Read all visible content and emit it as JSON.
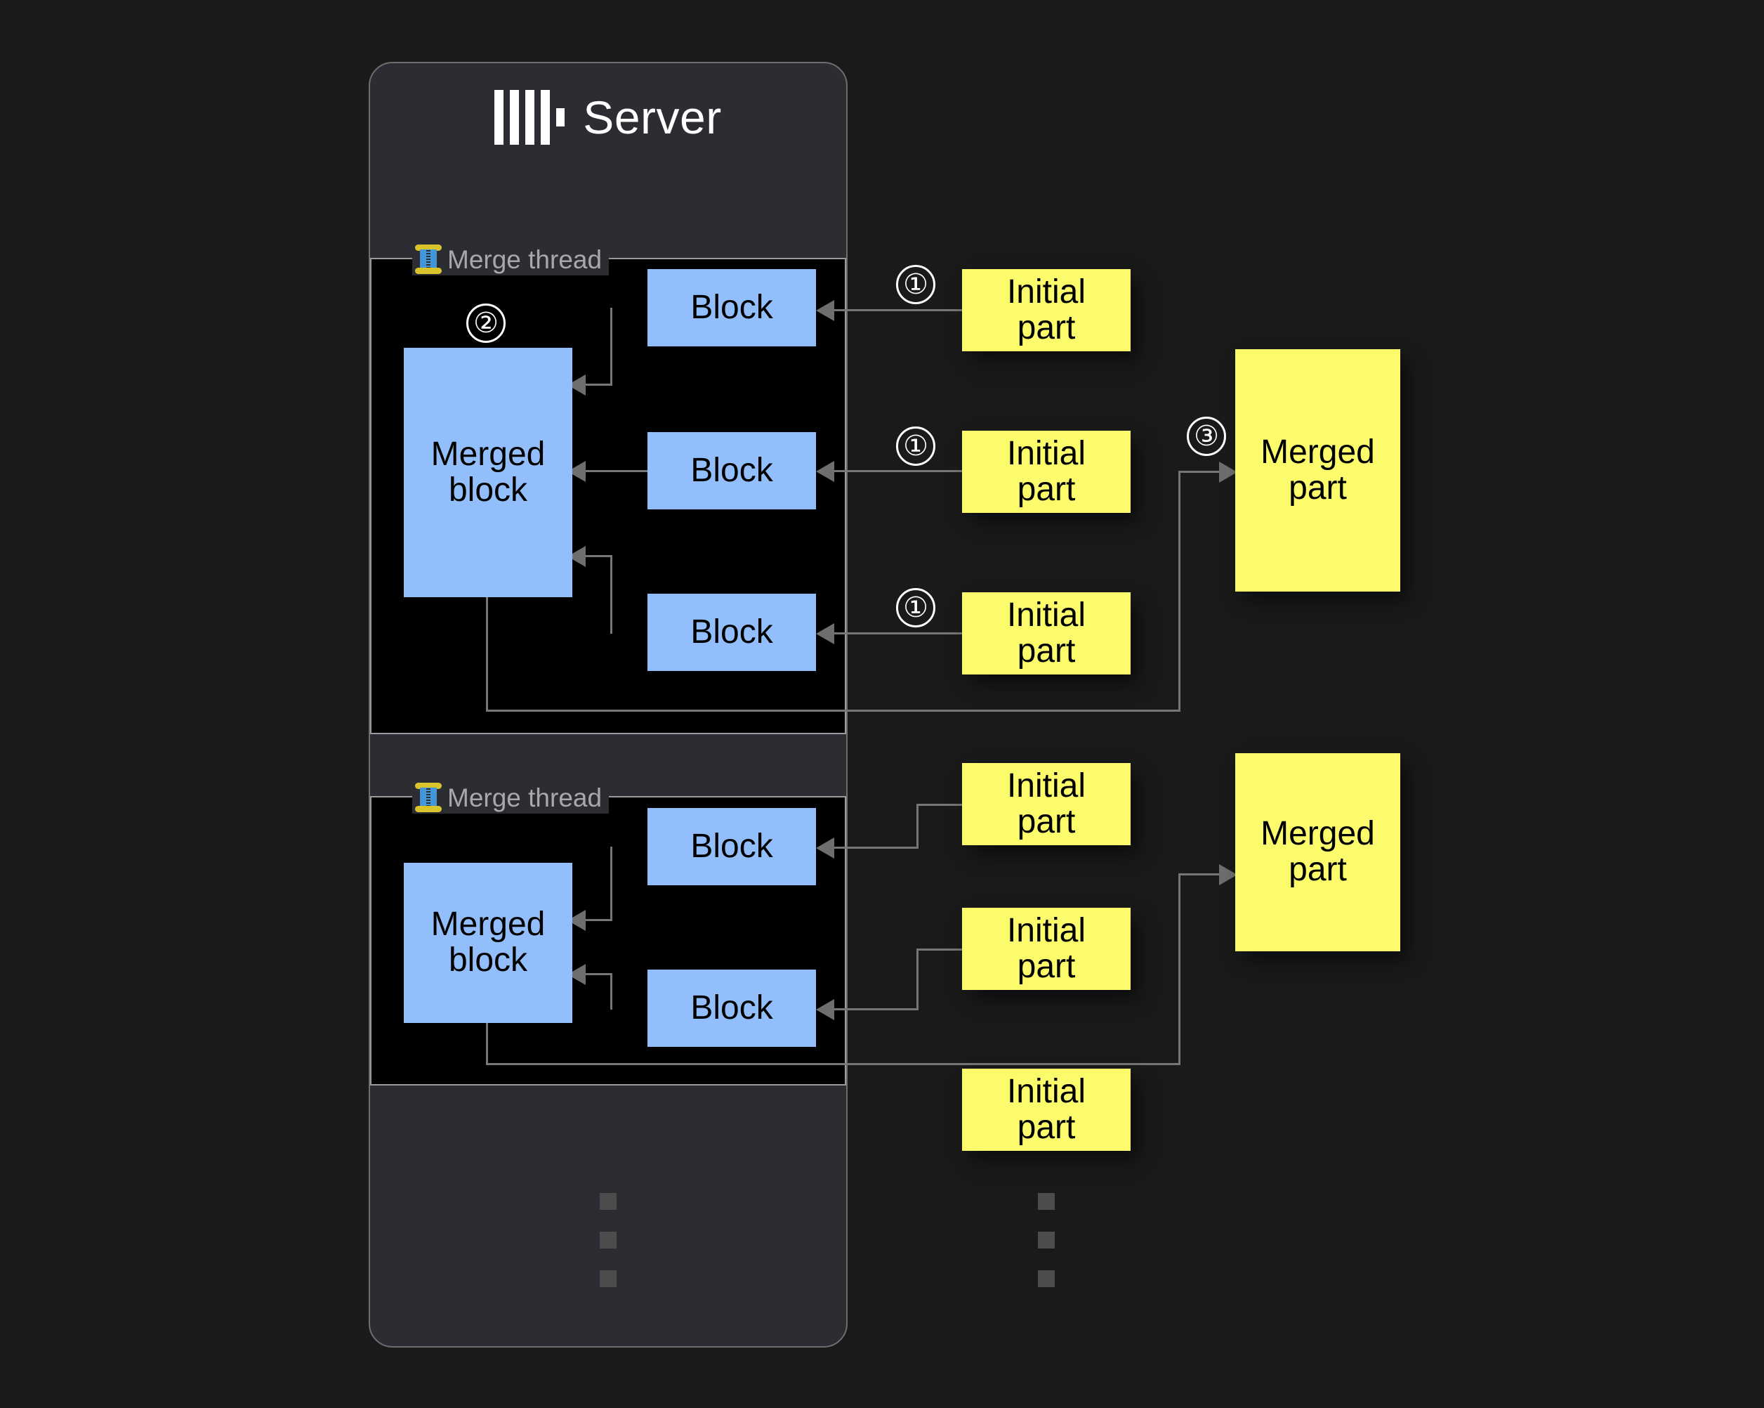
{
  "diagram": {
    "title": "ClickHouse server merge threads diagram",
    "colors": {
      "page_background": "#1A1A1A",
      "server_panel": "#2B2D33",
      "thread_region": "#000000",
      "block": "#92BFFC",
      "part": "#FBFB6B",
      "connector": "#767676",
      "label_text": "#A8A8A8"
    }
  },
  "server": {
    "title": "Server",
    "logo": "clickhouse-logo"
  },
  "threads": [
    {
      "label": "Merge thread",
      "icon": "thread-spool-icon",
      "merged_block_label": "Merged block",
      "blocks": [
        {
          "label": "Block"
        },
        {
          "label": "Block"
        },
        {
          "label": "Block"
        }
      ]
    },
    {
      "label": "Merge thread",
      "icon": "thread-spool-icon",
      "merged_block_label": "Merged block",
      "blocks": [
        {
          "label": "Block"
        },
        {
          "label": "Block"
        }
      ]
    }
  ],
  "initial_parts": [
    {
      "label": "Initial\npart",
      "line1": "Initial",
      "line2": "part"
    },
    {
      "label": "Initial\npart",
      "line1": "Initial",
      "line2": "part"
    },
    {
      "label": "Initial\npart",
      "line1": "Initial",
      "line2": "part"
    },
    {
      "label": "Initial\npart",
      "line1": "Initial",
      "line2": "part"
    },
    {
      "label": "Initial\npart",
      "line1": "Initial",
      "line2": "part"
    },
    {
      "label": "Initial\npart",
      "line1": "Initial",
      "line2": "part"
    }
  ],
  "merged_parts": [
    {
      "line1": "Merged",
      "line2": "part"
    },
    {
      "line1": "Merged",
      "line2": "part"
    }
  ],
  "steps": [
    {
      "id": "1",
      "glyph": "①",
      "number": "1"
    },
    {
      "id": "1b",
      "glyph": "①",
      "number": "1"
    },
    {
      "id": "1c",
      "glyph": "①",
      "number": "1"
    },
    {
      "id": "2",
      "glyph": "②",
      "number": "2"
    },
    {
      "id": "3",
      "glyph": "③",
      "number": "3"
    }
  ],
  "ellipsis": {
    "server_dots": "⋮",
    "parts_dots": "⋮"
  }
}
